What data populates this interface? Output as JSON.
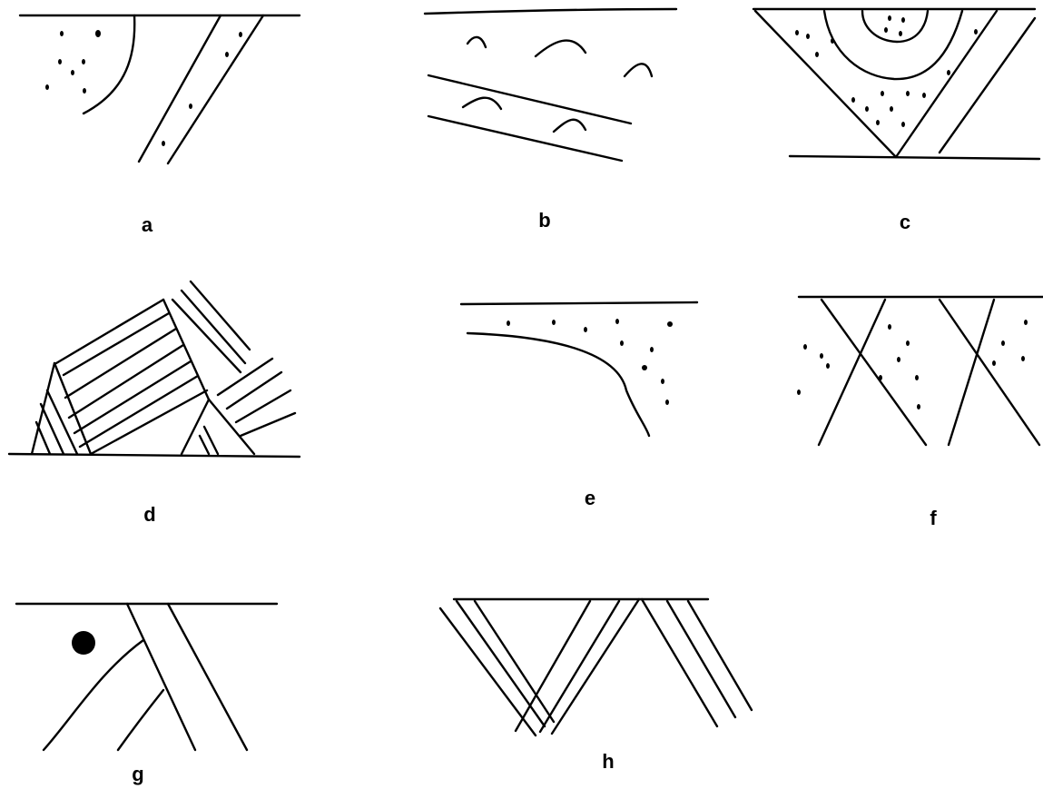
{
  "panels": [
    {
      "id": "a",
      "label": "a"
    },
    {
      "id": "b",
      "label": "b"
    },
    {
      "id": "c",
      "label": "c"
    },
    {
      "id": "d",
      "label": "d"
    },
    {
      "id": "e",
      "label": "e"
    },
    {
      "id": "f",
      "label": "f"
    },
    {
      "id": "g",
      "label": "g"
    },
    {
      "id": "h",
      "label": "h"
    }
  ]
}
